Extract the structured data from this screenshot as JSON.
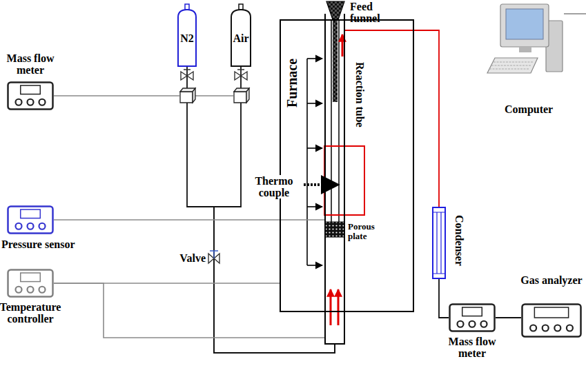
{
  "diagram": {
    "nodes": [
      {
        "text": [
          "N2"
        ]
      },
      {
        "text": [
          "Air"
        ]
      },
      {
        "text": [
          "Feed funnel"
        ]
      },
      {
        "text": [
          "Computer"
        ]
      },
      {
        "text": [
          "Mass flow meter"
        ]
      },
      {
        "text": [
          "Furnace"
        ]
      },
      {
        "text": [
          "Reaction tube"
        ],
        "in": 5
      },
      {
        "text": [
          "Pressure sensor"
        ]
      },
      {
        "text": [
          "Condenser"
        ]
      },
      {
        "text": [
          "Temperature controller"
        ]
      },
      {
        "text": [
          "Gas analyzer"
        ]
      },
      {
        "text": [
          "Mass flow meter"
        ]
      }
    ],
    "edges": [
      {
        "from": 0,
        "to": 6,
        "arrow": "none"
      },
      {
        "from": 1,
        "to": 6,
        "arrow": "none"
      },
      {
        "from": 7,
        "to": 6,
        "arrow": "none"
      },
      {
        "from": 9,
        "to": 5,
        "arrow": "none"
      },
      {
        "from": 6,
        "to": 8,
        "arrow": "none"
      },
      {
        "from": 8,
        "to": 11,
        "arrow": "none"
      },
      {
        "from": 11,
        "to": 10,
        "arrow": "none"
      },
      {
        "from": 9,
        "to": 6,
        "arrow": "none"
      }
    ],
    "labels": [
      "Thermo couple",
      "Porous plate",
      "Valve"
    ]
  }
}
